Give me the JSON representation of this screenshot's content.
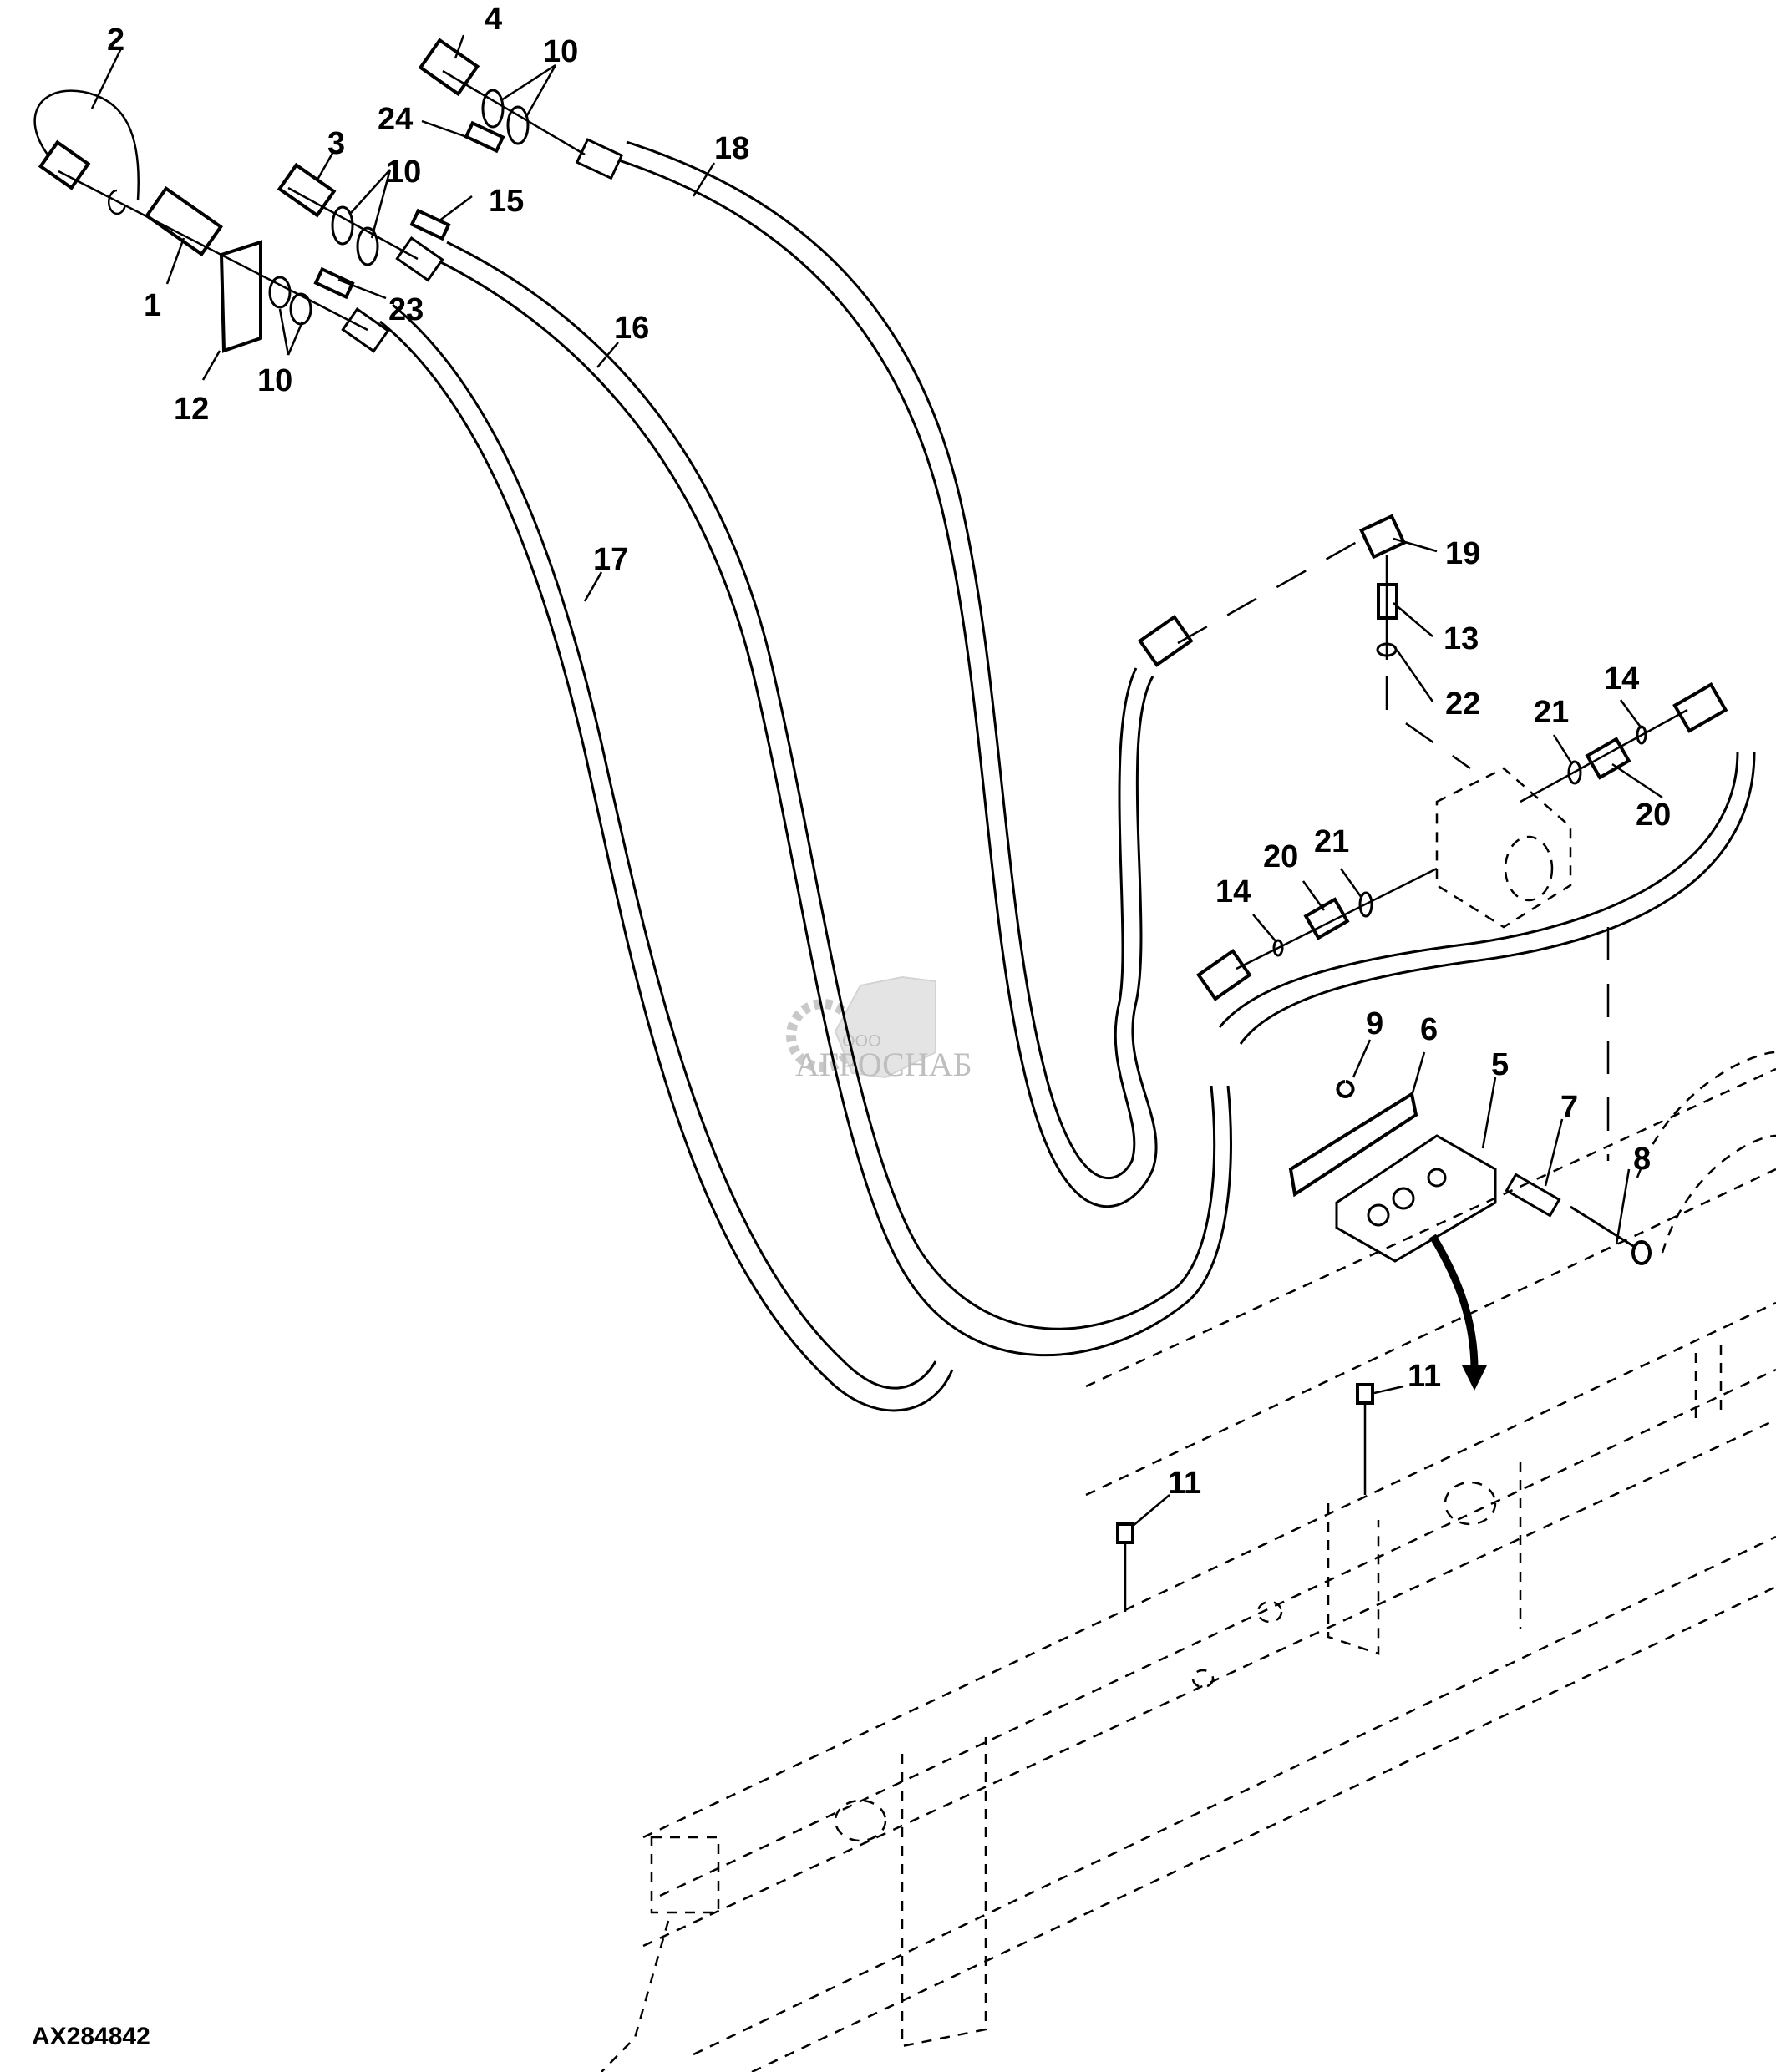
{
  "figure": {
    "id": "AX284842",
    "watermark": {
      "prefix": "ООО",
      "brand": "АГРОСНАБ",
      "color": "#b8b8b8"
    }
  },
  "callouts": [
    {
      "key": "c1",
      "label": "1"
    },
    {
      "key": "c2",
      "label": "2"
    },
    {
      "key": "c3",
      "label": "3"
    },
    {
      "key": "c4",
      "label": "4"
    },
    {
      "key": "c5",
      "label": "5"
    },
    {
      "key": "c6",
      "label": "6"
    },
    {
      "key": "c7",
      "label": "7"
    },
    {
      "key": "c8",
      "label": "8"
    },
    {
      "key": "c9",
      "label": "9"
    },
    {
      "key": "c10a",
      "label": "10"
    },
    {
      "key": "c10b",
      "label": "10"
    },
    {
      "key": "c10c",
      "label": "10"
    },
    {
      "key": "c11a",
      "label": "11"
    },
    {
      "key": "c11b",
      "label": "11"
    },
    {
      "key": "c12",
      "label": "12"
    },
    {
      "key": "c13",
      "label": "13"
    },
    {
      "key": "c14a",
      "label": "14"
    },
    {
      "key": "c14b",
      "label": "14"
    },
    {
      "key": "c15",
      "label": "15"
    },
    {
      "key": "c16",
      "label": "16"
    },
    {
      "key": "c17",
      "label": "17"
    },
    {
      "key": "c18",
      "label": "18"
    },
    {
      "key": "c19",
      "label": "19"
    },
    {
      "key": "c20a",
      "label": "20"
    },
    {
      "key": "c20b",
      "label": "20"
    },
    {
      "key": "c21a",
      "label": "21"
    },
    {
      "key": "c21b",
      "label": "21"
    },
    {
      "key": "c22",
      "label": "22"
    },
    {
      "key": "c23",
      "label": "23"
    },
    {
      "key": "c24",
      "label": "24"
    }
  ]
}
